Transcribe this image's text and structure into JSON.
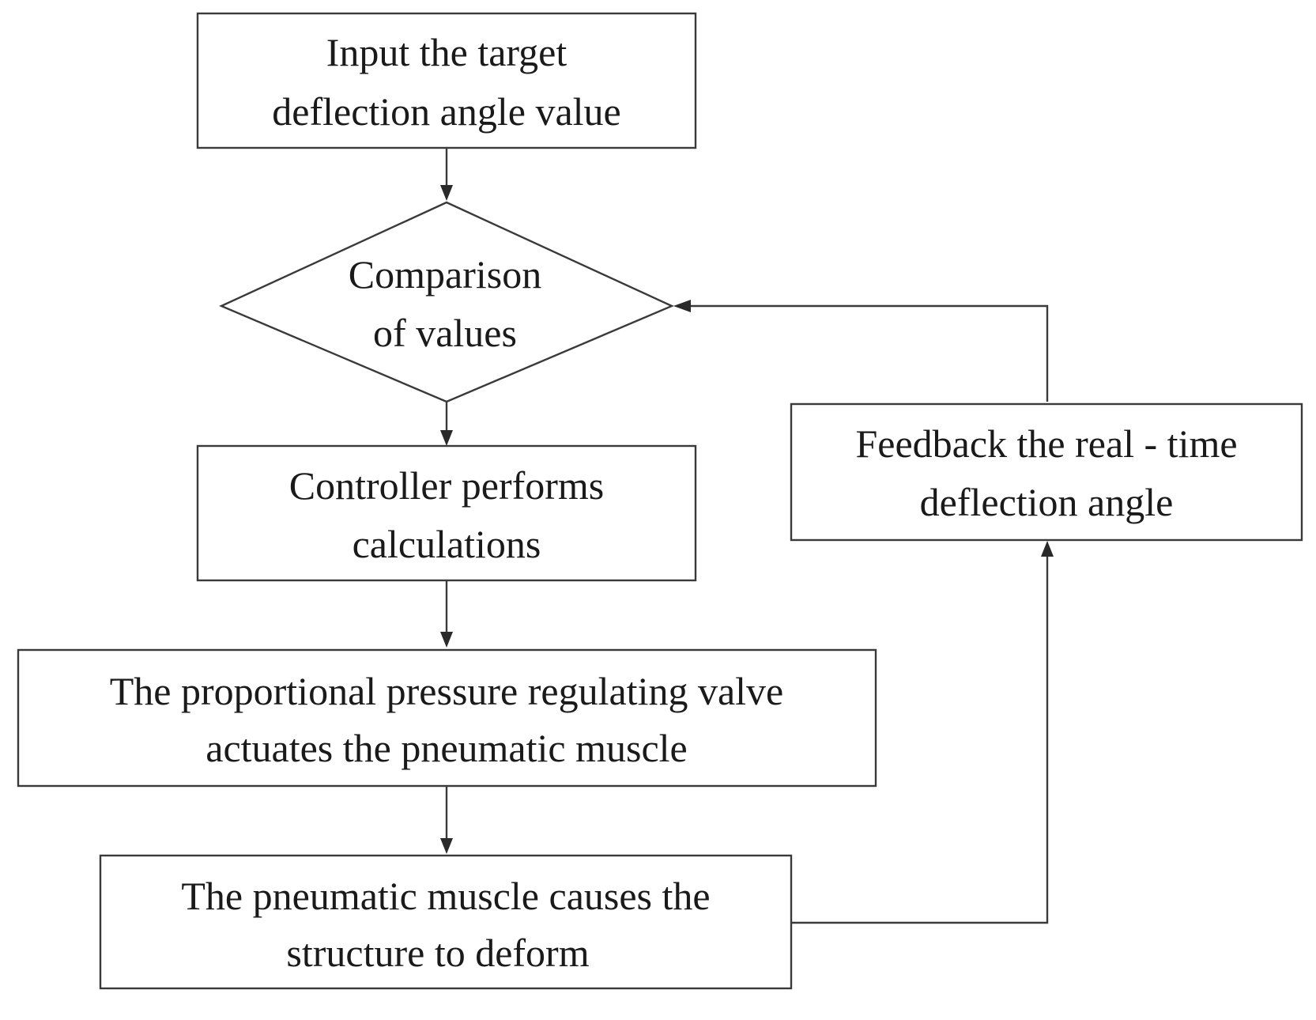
{
  "nodes": {
    "input_target": {
      "line1": "Input the target",
      "line2": "deflection angle value"
    },
    "comparison": {
      "line1": "Comparison",
      "line2": "of values"
    },
    "controller": {
      "line1": "Controller performs",
      "line2": "calculations"
    },
    "valve": {
      "line1": "The proportional pressure regulating valve",
      "line2": "actuates the pneumatic muscle"
    },
    "deform": {
      "line1": "The pneumatic muscle causes the",
      "line2": "structure to deform"
    },
    "feedback": {
      "line1": "Feedback the real - time",
      "line2": "deflection angle"
    }
  },
  "edges": [
    {
      "from": "input_target",
      "to": "comparison"
    },
    {
      "from": "comparison",
      "to": "controller"
    },
    {
      "from": "controller",
      "to": "valve"
    },
    {
      "from": "valve",
      "to": "deform"
    },
    {
      "from": "deform",
      "to": "feedback"
    },
    {
      "from": "feedback",
      "to": "comparison"
    }
  ]
}
